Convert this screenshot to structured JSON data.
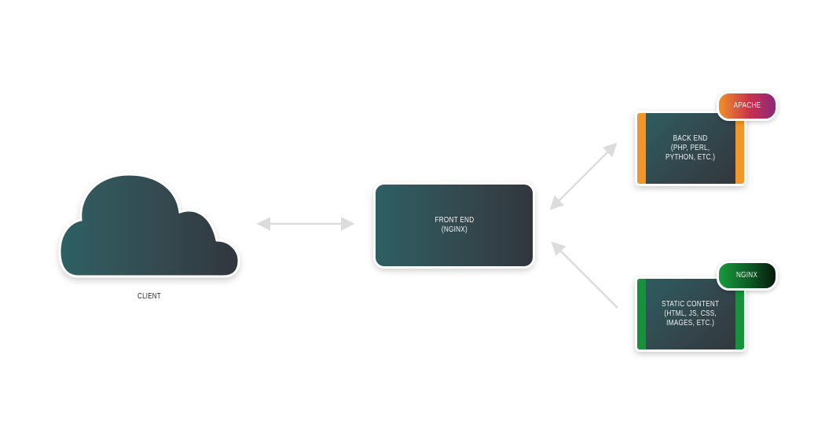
{
  "diagram": {
    "client": {
      "label": "CLIENT"
    },
    "front_end": {
      "line1": "FRONT END",
      "line2": "(NGINX)"
    },
    "back_end": {
      "line1": "BACK END",
      "line2": "(PHP, PERL,",
      "line3": "PYTHON, ETC.)",
      "badge": "APACHE",
      "stripe_color": "#f0962a",
      "badge_gradient": [
        "#f0902a",
        "#c8304e",
        "#8a2a7a"
      ]
    },
    "static_content": {
      "line1": "STATIC CONTENT",
      "line2": "(HTML, JS, CSS,",
      "line3": "IMAGES, ETC.)",
      "badge": "NGINX",
      "stripe_color": "#17913b",
      "badge_gradient": [
        "#189a3e",
        "#0d5a24",
        "#061a0c"
      ]
    },
    "connections": [
      {
        "from": "client",
        "to": "front_end",
        "direction": "bidirectional"
      },
      {
        "from": "front_end",
        "to": "back_end",
        "direction": "bidirectional"
      },
      {
        "from": "static_content",
        "to": "front_end",
        "direction": "one-way"
      }
    ],
    "colors": {
      "node_dark": "#32363d",
      "node_teal": "#2e5f63",
      "arrow": "#dcdcdc"
    }
  }
}
